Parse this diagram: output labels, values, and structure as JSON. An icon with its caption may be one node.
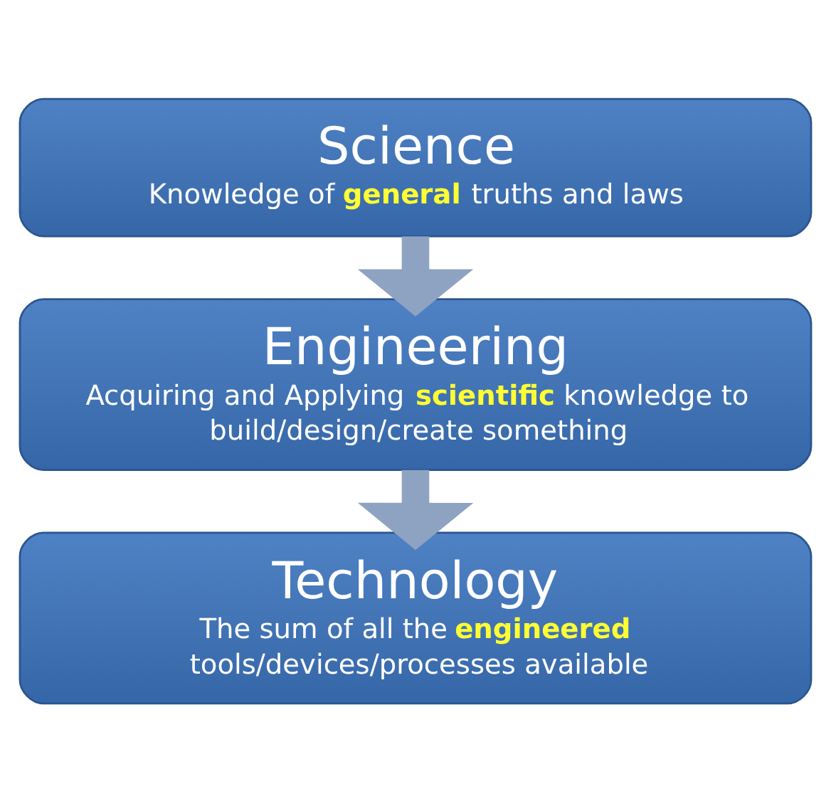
{
  "diagram": {
    "nodes": [
      {
        "text": [
          "Science",
          "Knowledge of **general** truths and laws"
        ]
      },
      {
        "text": [
          "Engineering",
          "Acquiring and Applying **scientific** knowledge to build/design/create something"
        ]
      },
      {
        "text": [
          "Technology",
          "The sum of all the **engineered** tools/devices/processes available"
        ]
      }
    ],
    "edges": [
      {
        "from": 0,
        "to": 1,
        "arrow": "to"
      },
      {
        "from": 1,
        "to": 2,
        "arrow": "to"
      }
    ]
  }
}
